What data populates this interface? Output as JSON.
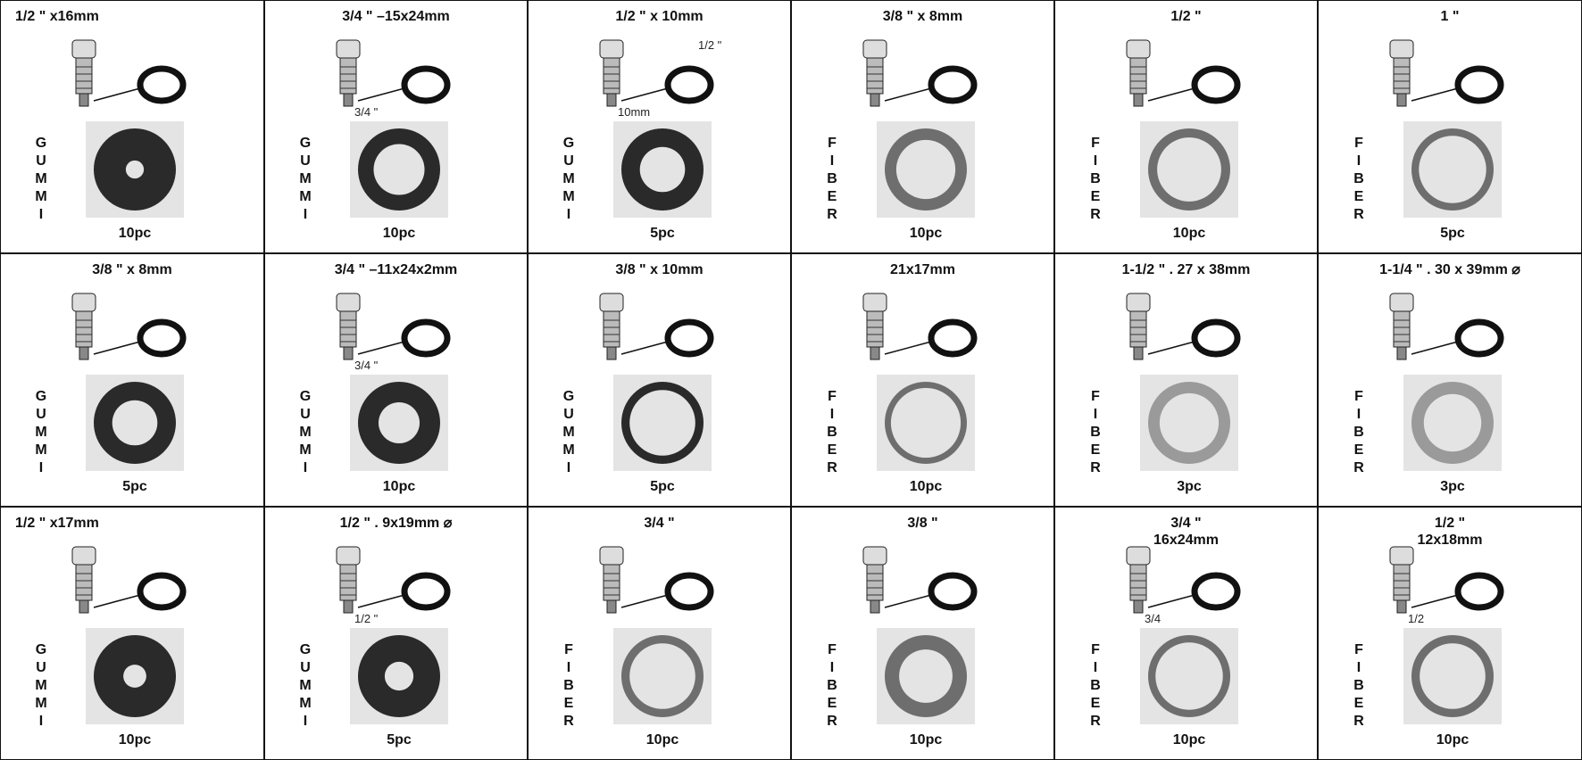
{
  "cells": [
    {
      "title": "1/2 \" x16mm",
      "material": "GUMMI",
      "qty": "10pc",
      "labels": []
    },
    {
      "title": "3/4 \" –15x24mm",
      "material": "GUMMI",
      "qty": "10pc",
      "labels": [
        "3/4 \""
      ]
    },
    {
      "title": "1/2 \" x 10mm",
      "material": "GUMMI",
      "qty": "5pc",
      "labels": [
        "10mm",
        "1/2 \""
      ]
    },
    {
      "title": "3/8 \" x 8mm",
      "material": "FIBER",
      "qty": "10pc",
      "labels": []
    },
    {
      "title": "1/2 \"",
      "material": "FIBER",
      "qty": "10pc",
      "labels": []
    },
    {
      "title": "1 \"",
      "material": "FIBER",
      "qty": "5pc",
      "labels": []
    },
    {
      "title": "3/8 \" x 8mm",
      "material": "GUMMI",
      "qty": "5pc",
      "labels": []
    },
    {
      "title": "3/4 \" –11x24x2mm",
      "material": "GUMMI",
      "qty": "10pc",
      "labels": [
        "3/4 \""
      ]
    },
    {
      "title": "3/8 \" x 10mm",
      "material": "GUMMI",
      "qty": "5pc",
      "labels": []
    },
    {
      "title": "21x17mm",
      "material": "FIBER",
      "qty": "10pc",
      "labels": []
    },
    {
      "title": "1-1/2 \" . 27 x 38mm",
      "material": "FIBER",
      "qty": "3pc",
      "labels": []
    },
    {
      "title": "1-1/4 \" . 30 x 39mm ⌀",
      "material": "FIBER",
      "qty": "3pc",
      "labels": []
    },
    {
      "title": "1/2 \" x17mm",
      "material": "GUMMI",
      "qty": "10pc",
      "labels": []
    },
    {
      "title": "1/2 \" .  9x19mm ⌀",
      "material": "GUMMI",
      "qty": "5pc",
      "labels": [
        "1/2 \""
      ]
    },
    {
      "title": "3/4 \"",
      "material": "FIBER",
      "qty": "10pc",
      "labels": []
    },
    {
      "title": "3/8 \"",
      "material": "FIBER",
      "qty": "10pc",
      "labels": []
    },
    {
      "title": "3/4 \"\n16x24mm",
      "material": "FIBER",
      "qty": "10pc",
      "labels": [
        "3/4"
      ]
    },
    {
      "title": "1/2 \"\n12x18mm",
      "material": "FIBER",
      "qty": "10pc",
      "labels": [
        "1/2"
      ]
    }
  ],
  "colors": {
    "rubber": "#2a2a2a",
    "fiber": "#6e6e6e",
    "fiber_light": "#9a9a9a",
    "photo_bg": "#e4e4e4"
  }
}
